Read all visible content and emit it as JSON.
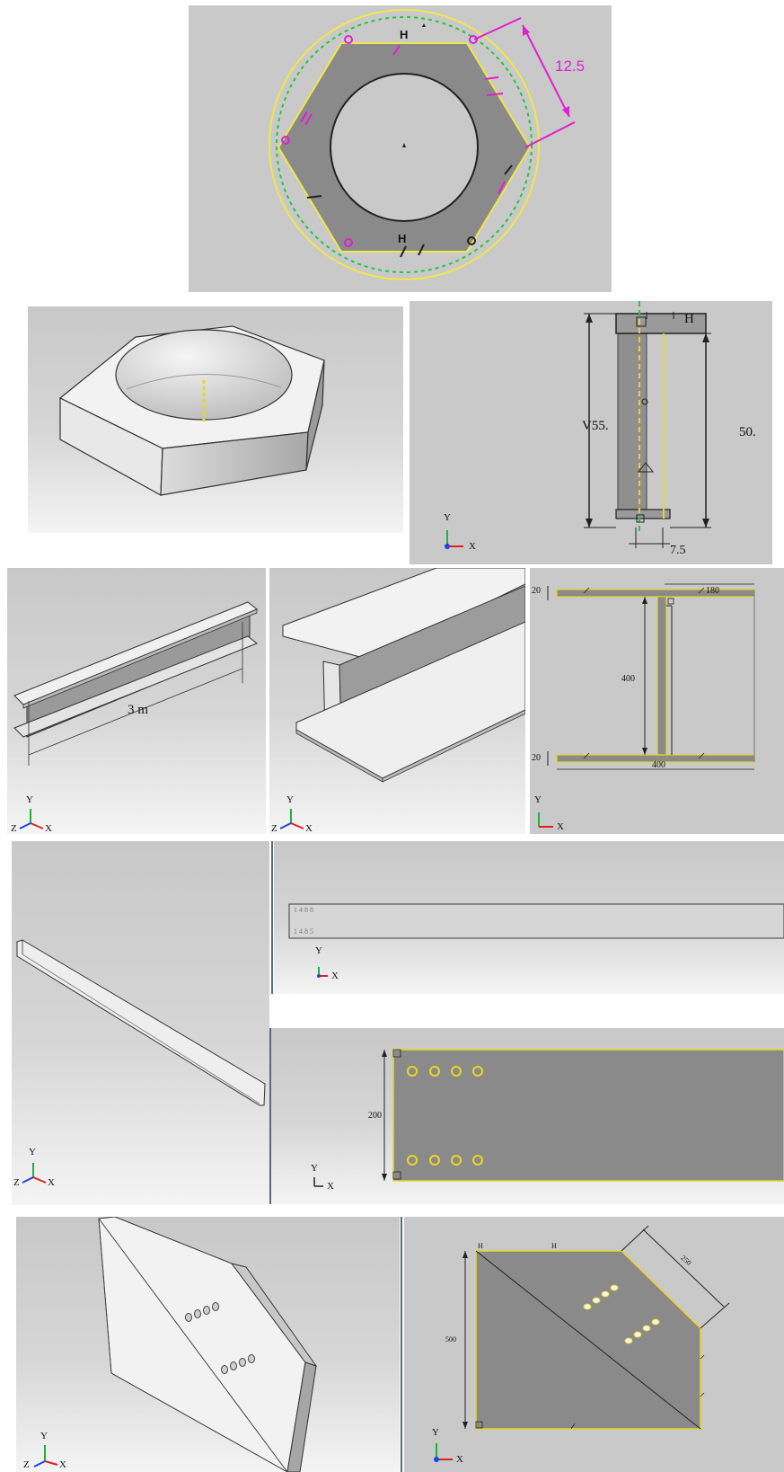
{
  "panels": {
    "hex_sketch": {
      "h_top": "H",
      "h_bottom": "H",
      "dim_125": "12.5"
    },
    "hex_front": {
      "h_label": "H",
      "dim_v55": "V55.",
      "dim_50": "50.",
      "dim_75": "7.5"
    },
    "ibeam_iso": {
      "length_label": "3 m"
    },
    "ibeam_section": {
      "dim_20_top": "20",
      "dim_180": "180",
      "dim_400": "400",
      "dim_20_bottom": "20",
      "dim_400_bottom": "400"
    },
    "plate_long": {
      "text_top": "1 4 8 8",
      "text_bottom": "1 4 8 5"
    },
    "plate_front": {
      "dim_200": "200"
    },
    "gusset_front": {
      "dim_250": "250",
      "dim_500": "500",
      "h_left": "H",
      "h_mid": "H"
    }
  },
  "axes": {
    "y": "Y",
    "x": "X",
    "z": "Z"
  },
  "colors": {
    "sketch_yellow": "#f0e84a",
    "dimension_magenta": "#e020d0",
    "construction_green": "#22c840",
    "body_gray": "#8a8a8a",
    "background": "#c9c9c9"
  }
}
